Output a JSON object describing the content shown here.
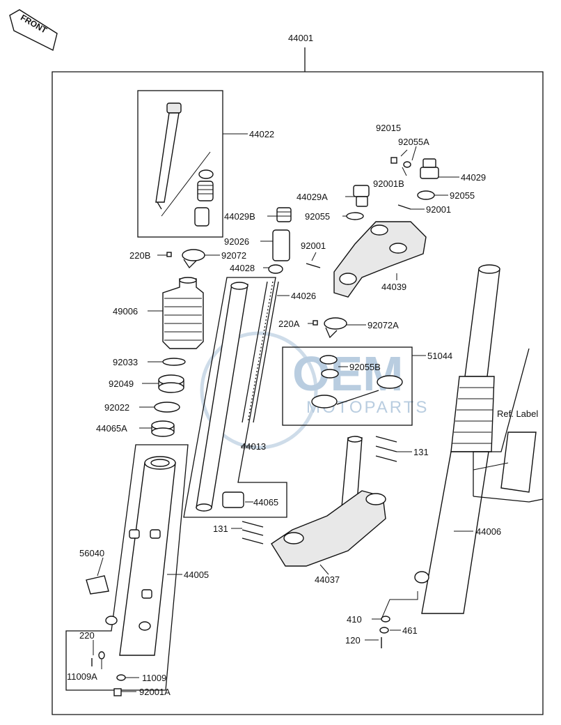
{
  "front_badge": "FRONT",
  "watermark": {
    "main": "OEM",
    "sub": "MOTOPARTS"
  },
  "ref_label": "Ref. Label",
  "callouts": [
    {
      "id": "44001"
    },
    {
      "id": "44022"
    },
    {
      "id": "92015"
    },
    {
      "id": "92055A"
    },
    {
      "id": "44029"
    },
    {
      "id": "92001B"
    },
    {
      "id": "92055"
    },
    {
      "id": "44029A"
    },
    {
      "id": "92001"
    },
    {
      "id": "44029B"
    },
    {
      "id": "92055"
    },
    {
      "id": "92026"
    },
    {
      "id": "92001"
    },
    {
      "id": "220B"
    },
    {
      "id": "92072"
    },
    {
      "id": "44028"
    },
    {
      "id": "44039"
    },
    {
      "id": "44026"
    },
    {
      "id": "49006"
    },
    {
      "id": "220A"
    },
    {
      "id": "92072A"
    },
    {
      "id": "51044"
    },
    {
      "id": "92033"
    },
    {
      "id": "92055B"
    },
    {
      "id": "92049"
    },
    {
      "id": "92022"
    },
    {
      "id": "44065A"
    },
    {
      "id": "131"
    },
    {
      "id": "44013"
    },
    {
      "id": "44065"
    },
    {
      "id": "131"
    },
    {
      "id": "44006"
    },
    {
      "id": "56040"
    },
    {
      "id": "44005"
    },
    {
      "id": "44037"
    },
    {
      "id": "410"
    },
    {
      "id": "461"
    },
    {
      "id": "220"
    },
    {
      "id": "120"
    },
    {
      "id": "11009A"
    },
    {
      "id": "11009"
    },
    {
      "id": "92001A"
    }
  ]
}
